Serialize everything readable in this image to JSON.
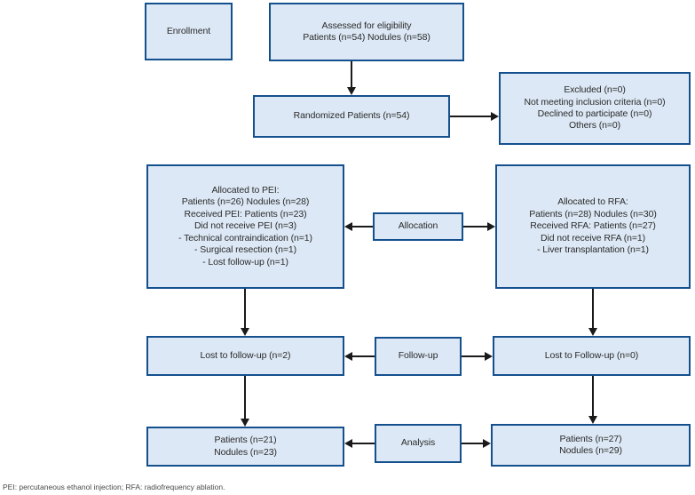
{
  "diagram": {
    "title_semantic": "CONSORT flow diagram PEI vs RFA trial",
    "stage_labels": {
      "enrollment": "Enrollment",
      "allocation": "Allocation",
      "followup": "Follow-up",
      "analysis": "Analysis"
    },
    "boxes": {
      "assessed": {
        "lines": [
          "Assessed for eligibility",
          "Patients (n=54) Nodules (n=58)"
        ]
      },
      "randomized": {
        "lines": [
          "Randomized Patients (n=54)"
        ]
      },
      "excluded": {
        "lines": [
          "Excluded (n=0)",
          "Not meeting inclusion criteria (n=0)",
          "Declined to participate (n=0)",
          "Others (n=0)"
        ]
      },
      "pei_allocated": {
        "lines": [
          "Allocated to PEI:",
          "Patients (n=26) Nodules (n=28)",
          "Received PEI: Patients (n=23)",
          "Did not receive PEI (n=3)",
          "- Technical contraindication (n=1)",
          "- Surgical resection (n=1)",
          "- Lost follow-up (n=1)"
        ]
      },
      "rfa_allocated": {
        "lines": [
          "Allocated to RFA:",
          "Patients (n=28) Nodules (n=30)",
          "Received RFA: Patients (n=27)",
          "Did not receive RFA (n=1)",
          "- Liver transplantation (n=1)"
        ]
      },
      "pei_followup": {
        "lines": [
          "Lost to follow-up (n=2)"
        ]
      },
      "rfa_followup": {
        "lines": [
          "Lost to Follow-up (n=0)"
        ]
      },
      "pei_analysis": {
        "lines": [
          "Patients (n=21)",
          "Nodules (n=23)"
        ]
      },
      "rfa_analysis": {
        "lines": [
          "Patients (n=27)",
          "Nodules (n=29)"
        ]
      }
    },
    "footnote": "PEI: percutaneous ethanol injection; RFA: radiofrequency ablation.",
    "colors": {
      "box_fill": "#dce8f5",
      "box_border": "#15508e",
      "arrow": "#1a1a1a",
      "text": "#2b2b2b"
    }
  }
}
